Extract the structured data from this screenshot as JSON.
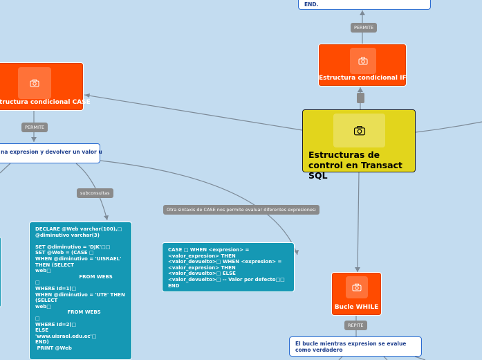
{
  "main": {
    "center_title": "Estructuras de control en Transact SQL"
  },
  "nodes": {
    "if_title": "Estructura condicional IF",
    "case_title": "tructura condicional CASE",
    "while_title": "Bucle WHILE",
    "top_end_text": "END.",
    "case_desc": "na expresion y devolver un valor u",
    "while_desc": "El bucle mientras expresion se evalue como verdadero",
    "case_syntax": "CASE □         WHEN <expresion> = <valor_expresion> THEN <valor_devuelto>□        WHEN <expresion> = <valor_expresion> THEN <valor_devuelto>□        ELSE <valor_devuelto>□ -- Valor por defecto□□ END",
    "subquery_code": "DECLARE @Web varchar(100),□\n@diminutivo varchar(3)\n\nSET @diminutivo = 'DJK'□□\nSET @Web = (CASE □\nWHEN @diminutivo = 'UISRAEL'\nTHEN (SELECT\nweb□\n                          FROM WEBS\n□\nWHERE Id=1)□\nWHEN @diminutivo = 'UTE' THEN\n(SELECT\nweb□\n                   FROM WEBS\n□\nWHERE Id=2)□\nELSE\n'www.uisrael.edu.ec'□\nEND)\n PRINT @Web"
  },
  "labels": {
    "permite_if": "PERMITE",
    "permite_case": "PERMITE",
    "repite": "REPITE",
    "subconsultas": "subconsultas",
    "otra_sintaxis": "Otra sintaxis de CASE nos permite evaluar diferentes expresiones:"
  },
  "colors": {
    "background": "#c3dcf0",
    "main_topic": "#e2d51c",
    "subtopic": "#ff4b00",
    "code_box": "#1598b4",
    "label": "#8a8a8a",
    "text_box_border": "#2a6bd1"
  },
  "icons": [
    "camera-icon"
  ]
}
